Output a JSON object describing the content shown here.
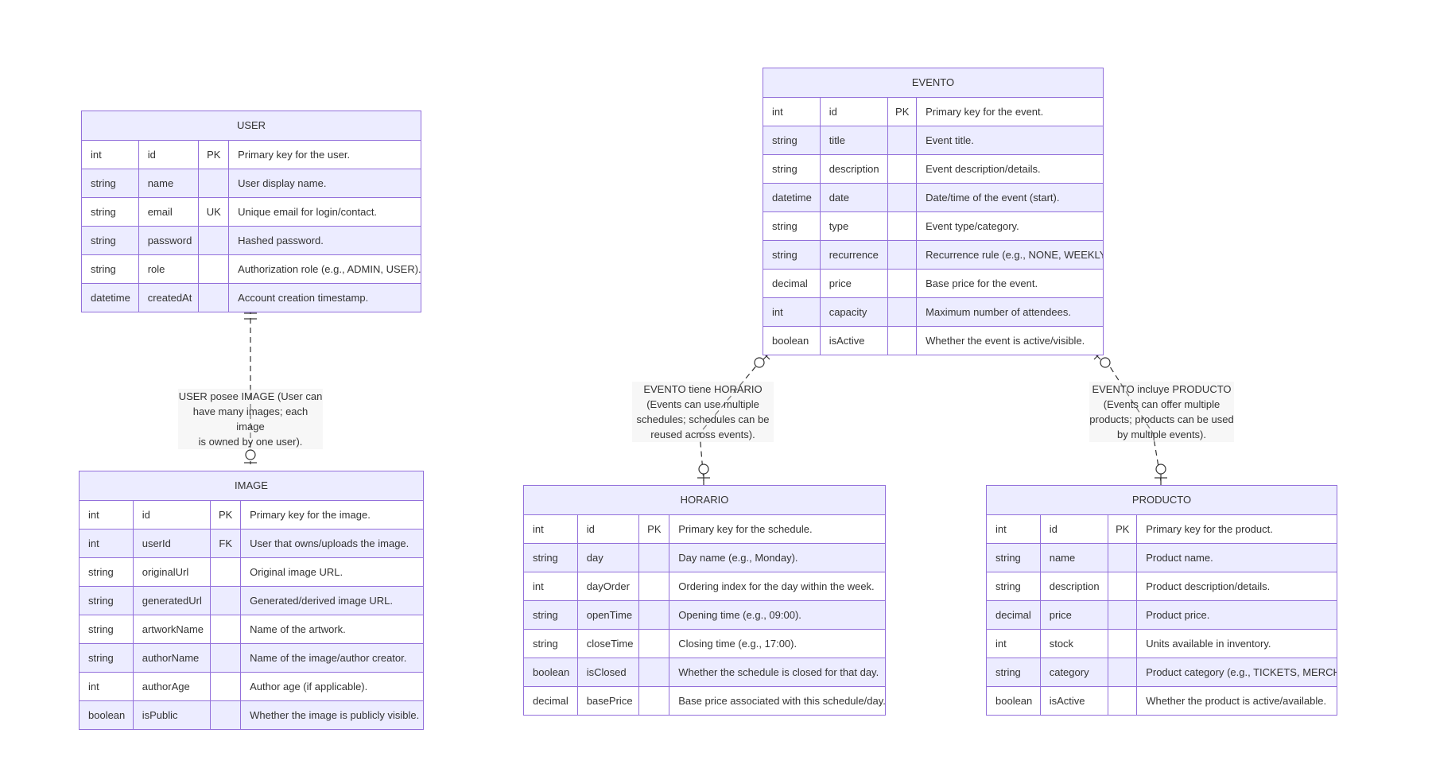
{
  "entities": {
    "user": {
      "name": "USER",
      "attributes": [
        {
          "type": "int",
          "name": "id",
          "key": "PK",
          "comment": "Primary key for the user."
        },
        {
          "type": "string",
          "name": "name",
          "key": "",
          "comment": "User display name."
        },
        {
          "type": "string",
          "name": "email",
          "key": "UK",
          "comment": "Unique email for login/contact."
        },
        {
          "type": "string",
          "name": "password",
          "key": "",
          "comment": "Hashed password."
        },
        {
          "type": "string",
          "name": "role",
          "key": "",
          "comment": "Authorization role (e.g., ADMIN, USER)."
        },
        {
          "type": "datetime",
          "name": "createdAt",
          "key": "",
          "comment": "Account creation timestamp."
        }
      ]
    },
    "image": {
      "name": "IMAGE",
      "attributes": [
        {
          "type": "int",
          "name": "id",
          "key": "PK",
          "comment": "Primary key for the image."
        },
        {
          "type": "int",
          "name": "userId",
          "key": "FK",
          "comment": "User that owns/uploads the image."
        },
        {
          "type": "string",
          "name": "originalUrl",
          "key": "",
          "comment": "Original image URL."
        },
        {
          "type": "string",
          "name": "generatedUrl",
          "key": "",
          "comment": "Generated/derived image URL."
        },
        {
          "type": "string",
          "name": "artworkName",
          "key": "",
          "comment": "Name of the artwork."
        },
        {
          "type": "string",
          "name": "authorName",
          "key": "",
          "comment": "Name of the image/author creator."
        },
        {
          "type": "int",
          "name": "authorAge",
          "key": "",
          "comment": "Author age (if applicable)."
        },
        {
          "type": "boolean",
          "name": "isPublic",
          "key": "",
          "comment": "Whether the image is publicly visible."
        }
      ]
    },
    "evento": {
      "name": "EVENTO",
      "attributes": [
        {
          "type": "int",
          "name": "id",
          "key": "PK",
          "comment": "Primary key for the event."
        },
        {
          "type": "string",
          "name": "title",
          "key": "",
          "comment": "Event title."
        },
        {
          "type": "string",
          "name": "description",
          "key": "",
          "comment": "Event description/details."
        },
        {
          "type": "datetime",
          "name": "date",
          "key": "",
          "comment": "Date/time of the event (start)."
        },
        {
          "type": "string",
          "name": "type",
          "key": "",
          "comment": "Event type/category."
        },
        {
          "type": "string",
          "name": "recurrence",
          "key": "",
          "comment": "Recurrence rule (e.g., NONE, WEEKLY)."
        },
        {
          "type": "decimal",
          "name": "price",
          "key": "",
          "comment": "Base price for the event."
        },
        {
          "type": "int",
          "name": "capacity",
          "key": "",
          "comment": "Maximum number of attendees."
        },
        {
          "type": "boolean",
          "name": "isActive",
          "key": "",
          "comment": "Whether the event is active/visible."
        }
      ]
    },
    "horario": {
      "name": "HORARIO",
      "attributes": [
        {
          "type": "int",
          "name": "id",
          "key": "PK",
          "comment": "Primary key for the schedule."
        },
        {
          "type": "string",
          "name": "day",
          "key": "",
          "comment": "Day name (e.g., Monday)."
        },
        {
          "type": "int",
          "name": "dayOrder",
          "key": "",
          "comment": "Ordering index for the day within the week."
        },
        {
          "type": "string",
          "name": "openTime",
          "key": "",
          "comment": "Opening time (e.g., 09:00)."
        },
        {
          "type": "string",
          "name": "closeTime",
          "key": "",
          "comment": "Closing time (e.g., 17:00)."
        },
        {
          "type": "boolean",
          "name": "isClosed",
          "key": "",
          "comment": "Whether the schedule is closed for that day."
        },
        {
          "type": "decimal",
          "name": "basePrice",
          "key": "",
          "comment": "Base price associated with this schedule/day."
        }
      ]
    },
    "producto": {
      "name": "PRODUCTO",
      "attributes": [
        {
          "type": "int",
          "name": "id",
          "key": "PK",
          "comment": "Primary key for the product."
        },
        {
          "type": "string",
          "name": "name",
          "key": "",
          "comment": "Product name."
        },
        {
          "type": "string",
          "name": "description",
          "key": "",
          "comment": "Product description/details."
        },
        {
          "type": "decimal",
          "name": "price",
          "key": "",
          "comment": "Product price."
        },
        {
          "type": "int",
          "name": "stock",
          "key": "",
          "comment": "Units available in inventory."
        },
        {
          "type": "string",
          "name": "category",
          "key": "",
          "comment": "Product category (e.g., TICKETS, MERCH)."
        },
        {
          "type": "boolean",
          "name": "isActive",
          "key": "",
          "comment": "Whether the product is active/available."
        }
      ]
    }
  },
  "relationships": {
    "user_image": "USER posee IMAGE (User can\nhave many images; each image\nis owned by one user).",
    "evento_horario": "EVENTO tiene HORARIO\n(Events can use multiple\nschedules; schedules can be\nreused across events).",
    "evento_producto": "EVENTO incluye PRODUCTO\n(Events can offer multiple\nproducts; products can be used\nby multiple events)."
  },
  "colors": {
    "border": "#9370DB",
    "header": "#ECECFF",
    "row_alt": "#ECECFF",
    "line": "#333333"
  }
}
